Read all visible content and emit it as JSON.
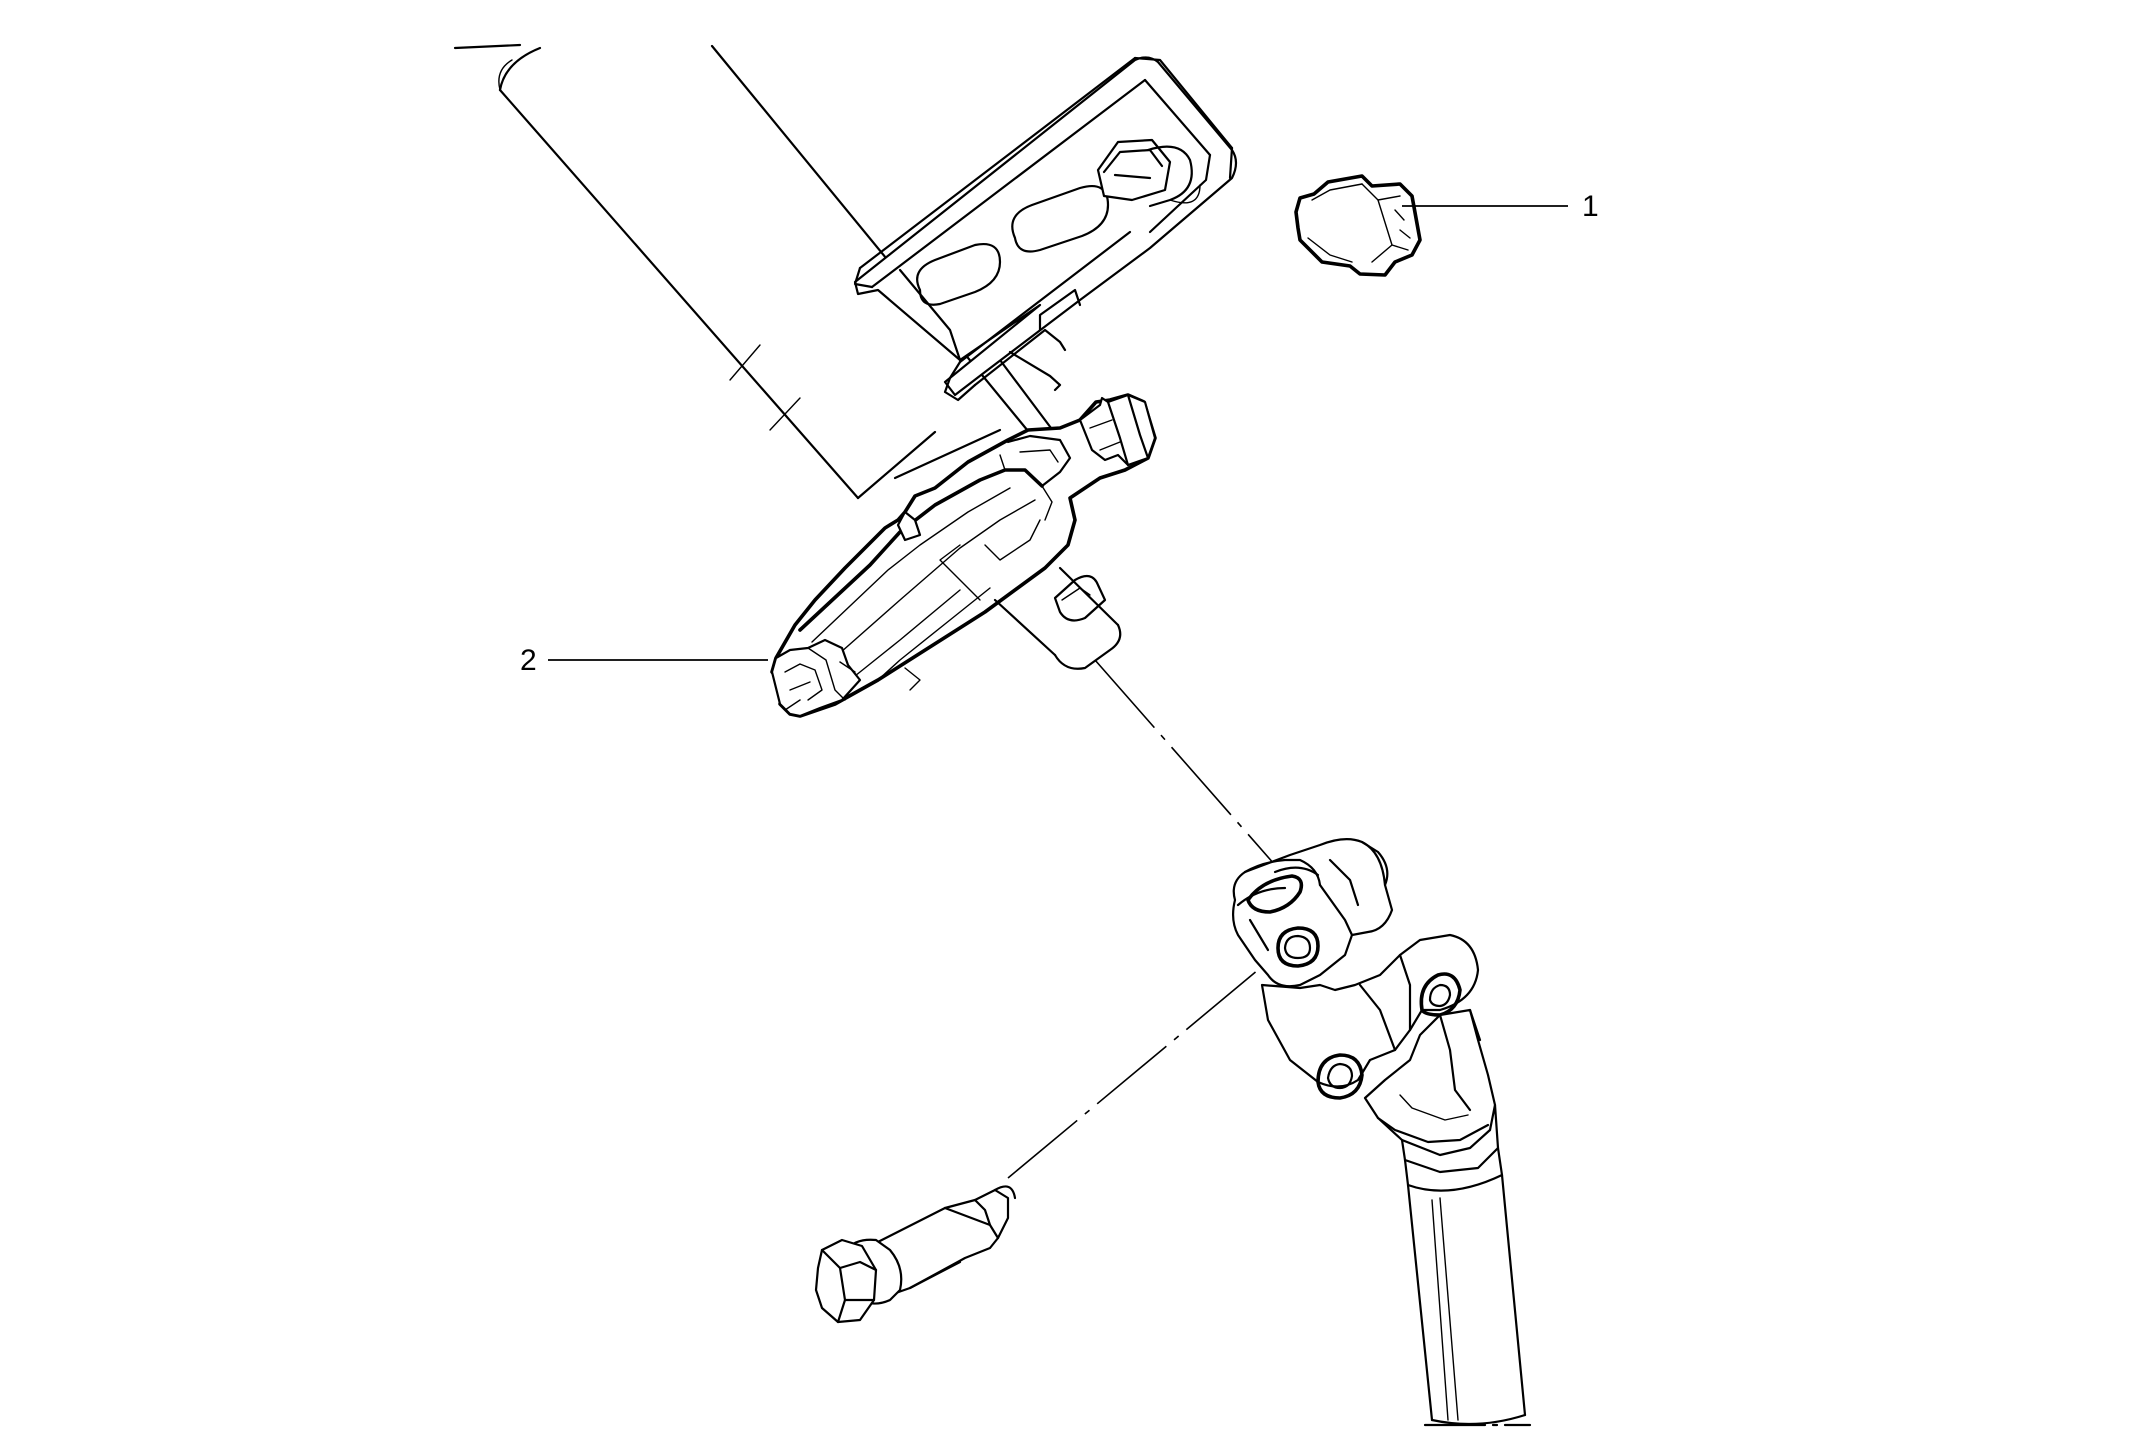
{
  "callouts": [
    {
      "id": "1",
      "label": "1",
      "part": "connector-clip"
    },
    {
      "id": "2",
      "label": "2",
      "part": "steering-angle-sensor"
    }
  ],
  "icons": {
    "part1": "connector-clip-icon",
    "part2": "steering-angle-sensor-icon",
    "column": "steering-column-icon",
    "joint": "universal-joint-icon",
    "bolt": "pinch-bolt-icon"
  },
  "colors": {
    "line": "#000000",
    "background": "#ffffff"
  }
}
